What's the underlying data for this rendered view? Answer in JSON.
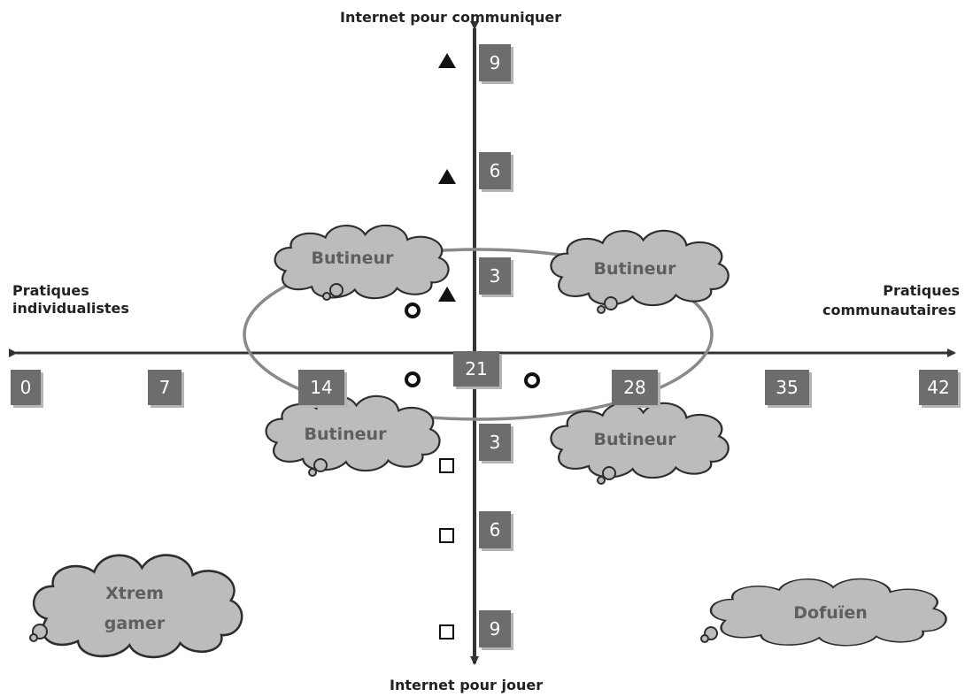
{
  "axis_titles": {
    "top": "Internet pour communiquer",
    "bottom": "Internet pour jouer",
    "left_line1": "Pratiques",
    "left_line2": "individualistes",
    "right_line1": "Pratiques",
    "right_line2": "communautaires"
  },
  "horizontal_scale": [
    "0",
    "7",
    "14",
    "21",
    "28",
    "35",
    "42"
  ],
  "vertical_scale_top": [
    "9",
    "6",
    "3"
  ],
  "vertical_scale_bottom": [
    "3",
    "6",
    "9"
  ],
  "clouds": {
    "butineur_tl": "Butineur",
    "butineur_tr": "Butineur",
    "butineur_bl": "Butineur",
    "butineur_br": "Butineur",
    "xtrem_line1": "Xtrem",
    "xtrem_line2": "gamer",
    "dofuien": "Dofuïen"
  },
  "markers": {
    "triangle_levels": [
      "9",
      "6",
      "3"
    ],
    "square_levels": [
      "3",
      "6",
      "9"
    ]
  },
  "colors": {
    "axis": "#333333",
    "badge_fill": "#6d6d6d",
    "badge_shadow": "#b5b5b5",
    "cloud_fill": "#bcbcbc",
    "cloud_stroke": "#2e2e2e",
    "cloud_text": "#5f5f5f",
    "ellipse": "#8a8a8a"
  }
}
